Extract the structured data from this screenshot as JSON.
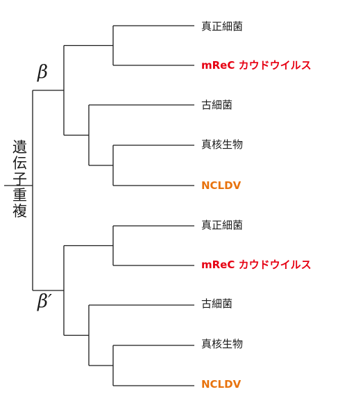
{
  "colors": {
    "line": "#1a1a1a",
    "text": "#1a1a1a",
    "virus": "#e60012",
    "ncldv": "#e8730e"
  },
  "axis_label": {
    "chars": [
      "遺",
      "伝",
      "子",
      "重",
      "複"
    ]
  },
  "branches": {
    "upper": "β",
    "lower": "β′"
  },
  "leaves": [
    {
      "label": "真正細菌",
      "color": "text",
      "bold": false
    },
    {
      "label": "mReC カウドウイルス",
      "color": "virus",
      "bold": true
    },
    {
      "label": "古細菌",
      "color": "text",
      "bold": false
    },
    {
      "label": "真核生物",
      "color": "text",
      "bold": false
    },
    {
      "label": "NCLDV",
      "color": "ncldv",
      "bold": true
    },
    {
      "label": "真正細菌",
      "color": "text",
      "bold": false
    },
    {
      "label": "mReC カウドウイルス",
      "color": "virus",
      "bold": true
    },
    {
      "label": "古細菌",
      "color": "text",
      "bold": false
    },
    {
      "label": "真核生物",
      "color": "text",
      "bold": false
    },
    {
      "label": "NCLDV",
      "color": "ncldv",
      "bold": true
    }
  ]
}
